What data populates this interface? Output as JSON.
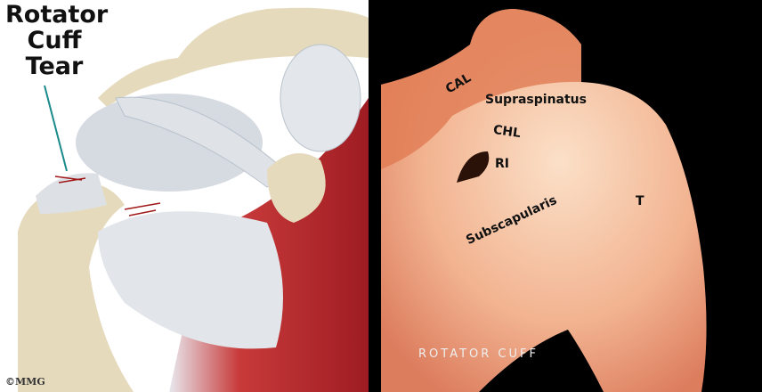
{
  "left_illustration": {
    "title_lines": [
      "Rotator",
      "Cuff",
      "Tear"
    ],
    "copyright": "©MMG"
  },
  "right_photo": {
    "labels": {
      "cal": "CAL",
      "supraspinatus": "Supraspinatus",
      "chl": "CHL",
      "ri": "RI",
      "t": "T",
      "subscapularis": "Subscapularis"
    },
    "caption": "ROTATOR CUFF"
  },
  "colors": {
    "bone": "#e6dabd",
    "tendon": "#dfe4ea",
    "muscle": "#b3242a",
    "pointer": "#1a8a8a",
    "tissue": "#f0b48e"
  }
}
